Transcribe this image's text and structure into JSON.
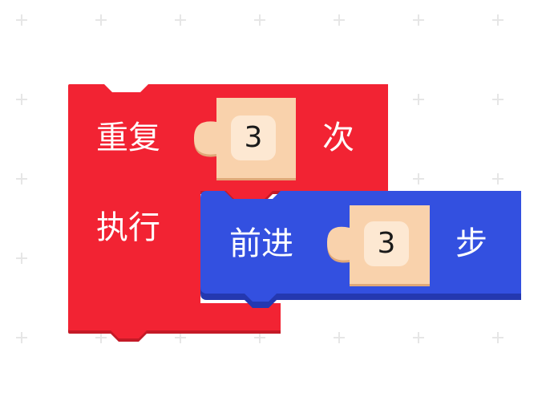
{
  "workspace": {
    "grid_color": "#e6e6e6",
    "background": "#ffffff"
  },
  "repeat_block": {
    "label": "重复",
    "count": "3",
    "unit": "次",
    "do_label": "执行",
    "color": "#f22333",
    "edge_color": "#c41a27"
  },
  "move_block": {
    "label": "前进",
    "steps": "3",
    "unit": "步",
    "color": "#3350e0",
    "edge_color": "#2438b0"
  },
  "number_slot": {
    "fill": "#f9d2ac",
    "field_color": "#fde8d2"
  }
}
